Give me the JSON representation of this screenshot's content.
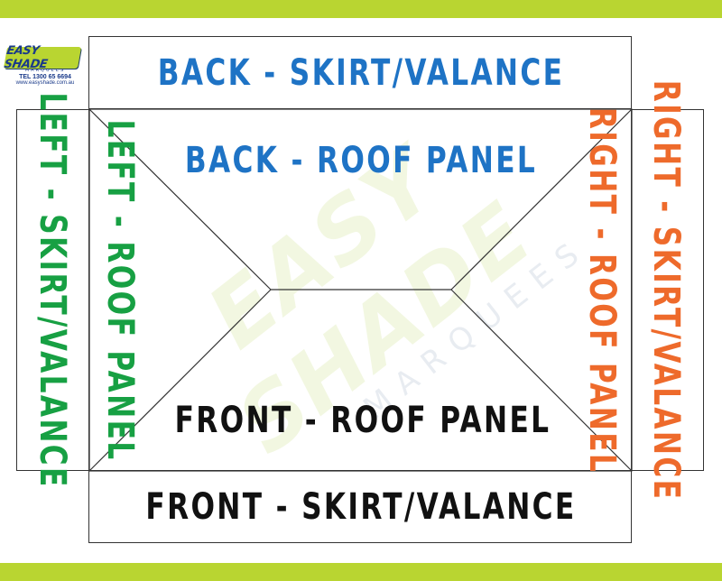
{
  "logo": {
    "brand": "EASY SHADE",
    "sub": "MARQUEES",
    "phone": "TEL 1300 65 6694",
    "website": "www.easyshade.com.au"
  },
  "watermark": {
    "brand": "EASY SHADE",
    "sub": "MARQUEES"
  },
  "panels": {
    "back_skirt": "BACK - SKIRT/VALANCE",
    "back_roof": "BACK - ROOF PANEL",
    "left_skirt": "LEFT - SKIRT/VALANCE",
    "left_roof": "LEFT - ROOF PANEL",
    "right_skirt": "RIGHT - SKIRT/VALANCE",
    "right_roof": "RIGHT - ROOF PANEL",
    "front_roof": "FRONT - ROOF PANEL",
    "front_skirt": "FRONT - SKIRT/VALANCE"
  },
  "colors": {
    "back": "#1e73c5",
    "left": "#17a043",
    "right": "#ee6a2b",
    "front": "#111111",
    "accent_bar": "#b9d531"
  }
}
